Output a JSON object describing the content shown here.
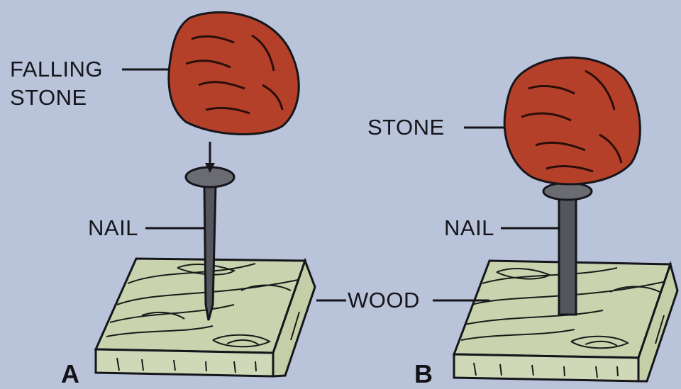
{
  "labels": {
    "falling_stone_line1": "FALLING",
    "falling_stone_line2": "STONE",
    "nail_a": "NAIL",
    "stone_b": "STONE",
    "nail_b": "NAIL",
    "wood": "WOOD"
  },
  "panels": {
    "a": "A",
    "b": "B"
  },
  "colors": {
    "background": "#b9c3d9",
    "stone": "#b5402a",
    "wood_top": "#c9d3ad",
    "wood_side": "#cbd6b4",
    "nail": "#55565c",
    "ink": "#15151b"
  }
}
